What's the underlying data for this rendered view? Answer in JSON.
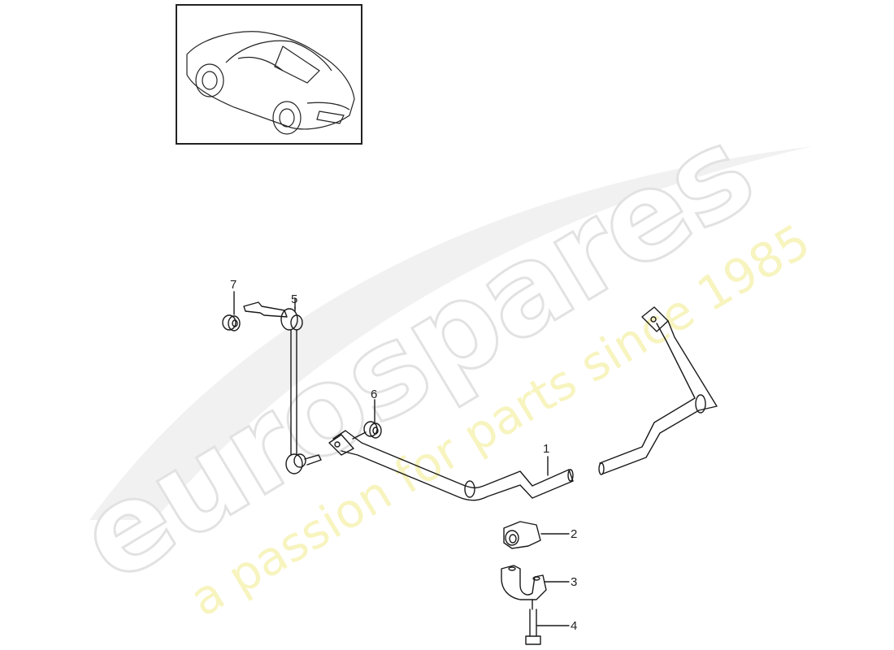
{
  "watermark": {
    "brand": "eurospares",
    "tagline": "a passion for parts since 1985",
    "brand_color": "#e9e9e9",
    "tagline_color": "#f6f3b8"
  },
  "thumbnail": {
    "subject": "car-overview-illustration"
  },
  "callouts": [
    {
      "number": "1",
      "part": "stabilizer-bar"
    },
    {
      "number": "2",
      "part": "rubber-bushing"
    },
    {
      "number": "3",
      "part": "bracket-clamp"
    },
    {
      "number": "4",
      "part": "bolt"
    },
    {
      "number": "5",
      "part": "coupling-rod"
    },
    {
      "number": "6",
      "part": "nut"
    },
    {
      "number": "7",
      "part": "nut"
    }
  ],
  "colors": {
    "line": "#1a1a1a",
    "background": "#ffffff"
  }
}
